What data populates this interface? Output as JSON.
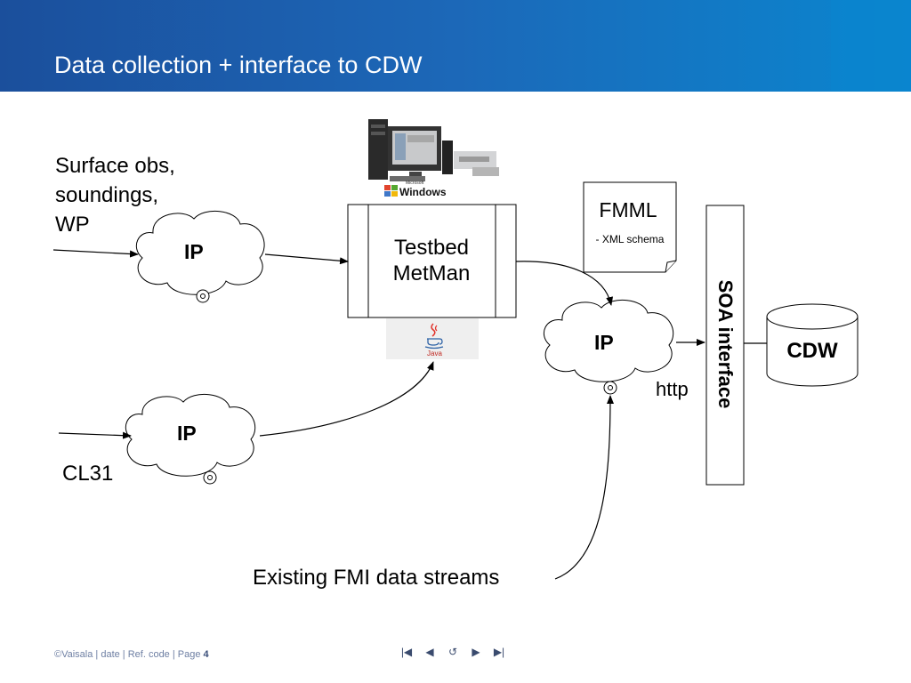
{
  "slide": {
    "title": "Data collection + interface to CDW"
  },
  "diagram": {
    "source_lines": [
      "Surface obs,",
      "soundings,",
      "WP"
    ],
    "ip_label": "IP",
    "testbed_lines": [
      "Testbed",
      "MetMan"
    ],
    "windows_label": "Windows",
    "windows_sublabel": "Microsoft",
    "java_label": "Java",
    "fmml_title": "FMML",
    "fmml_sub": "- XML schema",
    "soa_label": "SOA interface",
    "cdw_label": "CDW",
    "http_label": "http",
    "cl31_label": "CL31",
    "streams_label": "Existing FMI data streams"
  },
  "footer": {
    "text": "©Vaisala | date | Ref. code | Page ",
    "page": "4"
  },
  "nav": {
    "first": "|◀",
    "prev": "◀",
    "return": "↺",
    "next": "▶",
    "last": "▶|"
  }
}
